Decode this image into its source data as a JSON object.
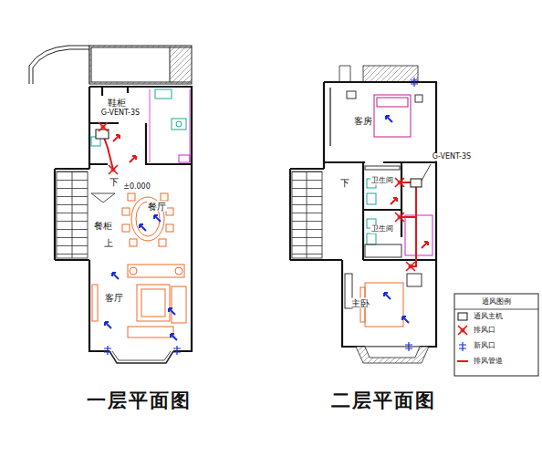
{
  "diagram": {
    "labels": [
      "鞋柜",
      "G-VENT-3S",
      "下",
      "±0.000",
      "餐厅",
      "餐柜",
      "上",
      "客厅",
      "一层平面图",
      "客房",
      "G-VENT-3S",
      "下",
      "卫生间",
      "卫生间",
      "主卧",
      "二层平面图",
      "通风图例"
    ],
    "legend": [
      {
        "text": "通风主机"
      },
      {
        "text": "排风口"
      },
      {
        "text": "新风口"
      },
      {
        "text": "排风管道"
      }
    ]
  }
}
